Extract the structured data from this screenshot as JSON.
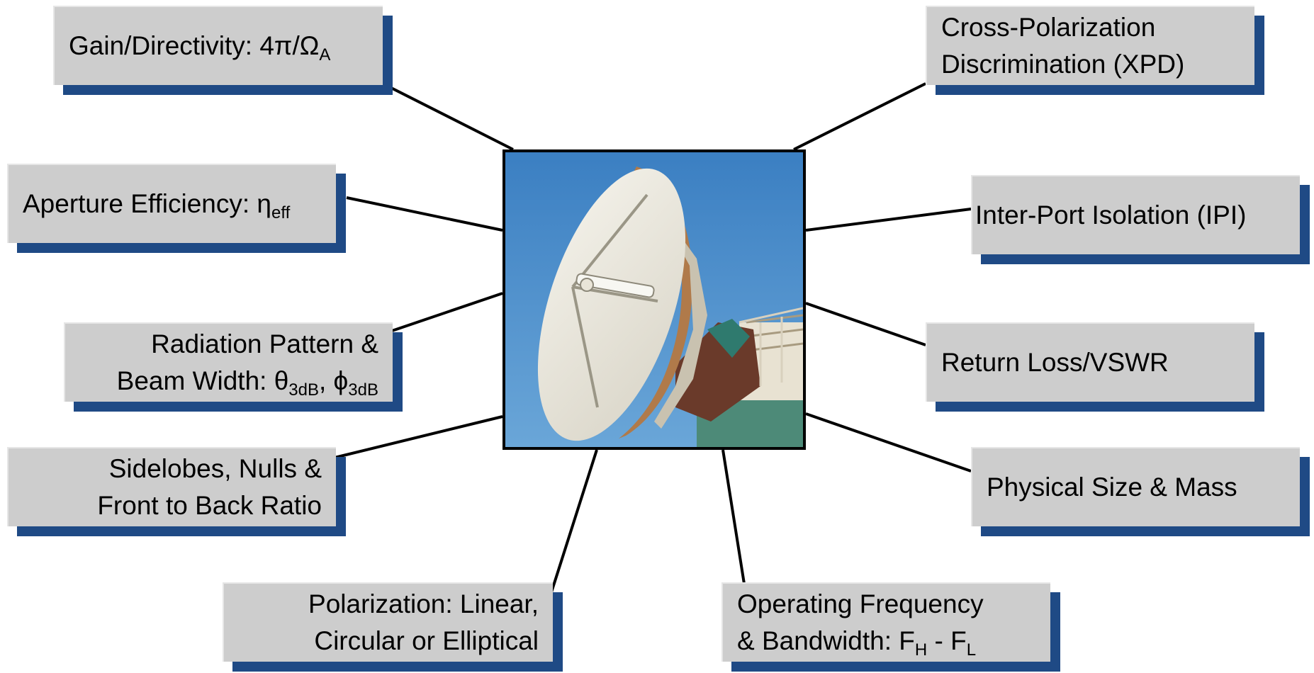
{
  "center_image": {
    "label": "satellite-dish-antenna"
  },
  "boxes": {
    "gain": {
      "text": "Gain/Directivity: 4π/Ω",
      "sub": "A"
    },
    "aperture": {
      "text": "Aperture Efficiency: η",
      "sub": "eff"
    },
    "radiation": {
      "line1": "Radiation Pattern &",
      "line2a": "Beam Width: θ",
      "sub1": "3dB",
      "line2b": ", ϕ",
      "sub2": "3dB"
    },
    "sidelobes": {
      "line1": "Sidelobes, Nulls &",
      "line2": "Front to Back Ratio"
    },
    "polarization": {
      "line1": "Polarization: Linear,",
      "line2": "Circular or Elliptical"
    },
    "xpd": {
      "line1": "Cross-Polarization",
      "line2": "Discrimination (XPD)"
    },
    "ipi": {
      "text": "Inter-Port Isolation (IPI)"
    },
    "return_loss": {
      "text": "Return Loss/VSWR"
    },
    "physical": {
      "text": "Physical Size & Mass"
    },
    "frequency": {
      "line1": "Operating Frequency",
      "line2a": "& Bandwidth: F",
      "sub1": "H",
      "line2b": " - F",
      "sub2": "L"
    }
  },
  "colors": {
    "card": "#cdcdcd",
    "shadow": "#1f4a85",
    "sky": "#4a8cc8"
  }
}
